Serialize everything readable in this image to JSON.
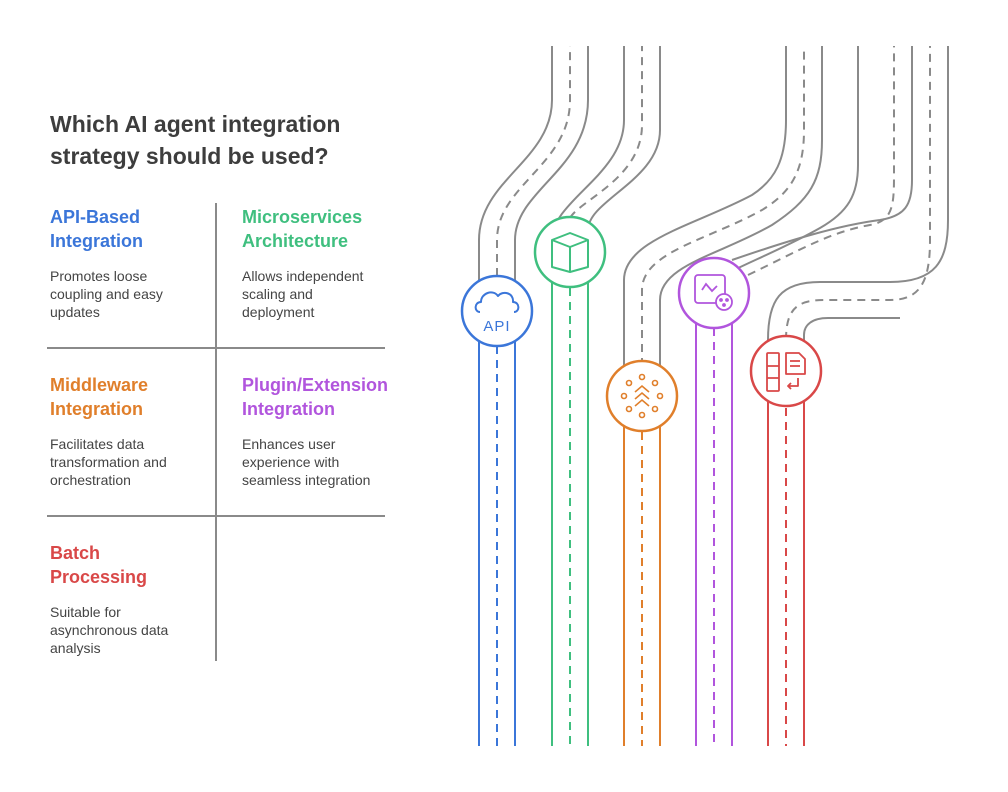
{
  "title": "Which AI agent integration strategy should be used?",
  "colors": {
    "api": "#3b76d9",
    "microservices": "#3fbf7f",
    "middleware": "#e07f2b",
    "plugin": "#b155dd",
    "batch": "#d94848",
    "road": "#8a8a8a"
  },
  "strategies": [
    {
      "title": "API-Based Integration",
      "description": "Promotes loose coupling and easy updates",
      "icon": "cloud-api-icon",
      "icon_text": "API"
    },
    {
      "title": "Microservices Architecture",
      "description": "Allows independent scaling and deployment",
      "icon": "cube-icon"
    },
    {
      "title": "Middleware Integration",
      "description": "Facilitates data transformation and orchestration",
      "icon": "network-icon"
    },
    {
      "title": "Plugin/Extension Integration",
      "description": "Enhances user experience with seamless integration",
      "icon": "puzzle-icon"
    },
    {
      "title": "Batch Processing",
      "description": "Suitable for asynchronous data analysis",
      "icon": "document-list-icon"
    }
  ]
}
